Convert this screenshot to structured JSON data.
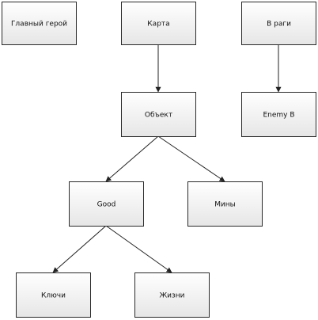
{
  "diagram": {
    "nodes": [
      {
        "id": "hero",
        "label": "Главный герой",
        "role": "node-main-hero"
      },
      {
        "id": "map",
        "label": "Карта",
        "role": "node-map"
      },
      {
        "id": "enemies",
        "label": "В раги",
        "role": "node-enemies"
      },
      {
        "id": "object",
        "label": "Объект",
        "role": "node-object"
      },
      {
        "id": "enemyb",
        "label": "Enemy B",
        "role": "node-enemy-b"
      },
      {
        "id": "good",
        "label": "Good",
        "role": "node-good"
      },
      {
        "id": "mines",
        "label": "Мины",
        "role": "node-mines"
      },
      {
        "id": "keys",
        "label": "Ключи",
        "role": "node-keys"
      },
      {
        "id": "lives",
        "label": "Жизни",
        "role": "node-lives"
      }
    ],
    "edges": [
      {
        "from": "map",
        "to": "object"
      },
      {
        "from": "enemies",
        "to": "enemyb"
      },
      {
        "from": "object",
        "to": "good"
      },
      {
        "from": "object",
        "to": "mines"
      },
      {
        "from": "good",
        "to": "keys"
      },
      {
        "from": "good",
        "to": "lives"
      }
    ],
    "colors": {
      "box_top": "#ffffff",
      "box_bottom": "#e6e6e6",
      "border": "#2a2a2a",
      "line": "#222222",
      "text": "#111111"
    }
  }
}
